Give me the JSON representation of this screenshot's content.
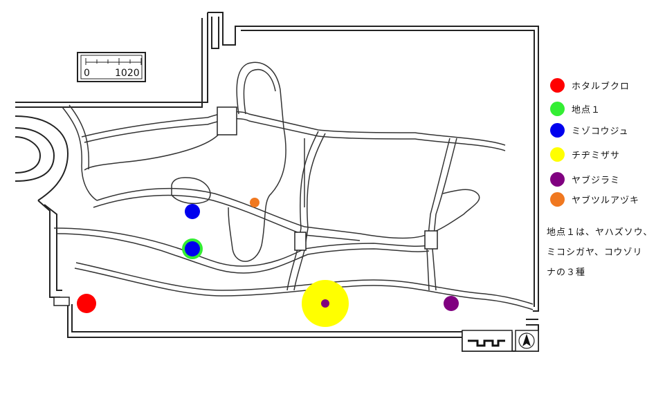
{
  "scale": {
    "zero_label": "0",
    "ten_twenty_label": "1020"
  },
  "legend": [
    {
      "label": "ホタルブクロ",
      "color": "#ff0000"
    },
    {
      "label": "地点１",
      "color": "#33ee33"
    },
    {
      "label": "ミゾコウジュ",
      "color": "#0000ee"
    },
    {
      "label": "チヂミザサ",
      "color": "#ffff00"
    },
    {
      "label": "ヤブジラミ",
      "color": "#800080"
    },
    {
      "label": "ヤブツルアヅキ",
      "color": "#f07820"
    }
  ],
  "note": {
    "lines": [
      "地点１は、ヤハズソウ、",
      "ミコシガヤ、コウゾリ",
      "ナの３種"
    ]
  },
  "markers": {
    "spots": "6 survey points"
  },
  "icons": {
    "north": "north-arrow-icon"
  }
}
